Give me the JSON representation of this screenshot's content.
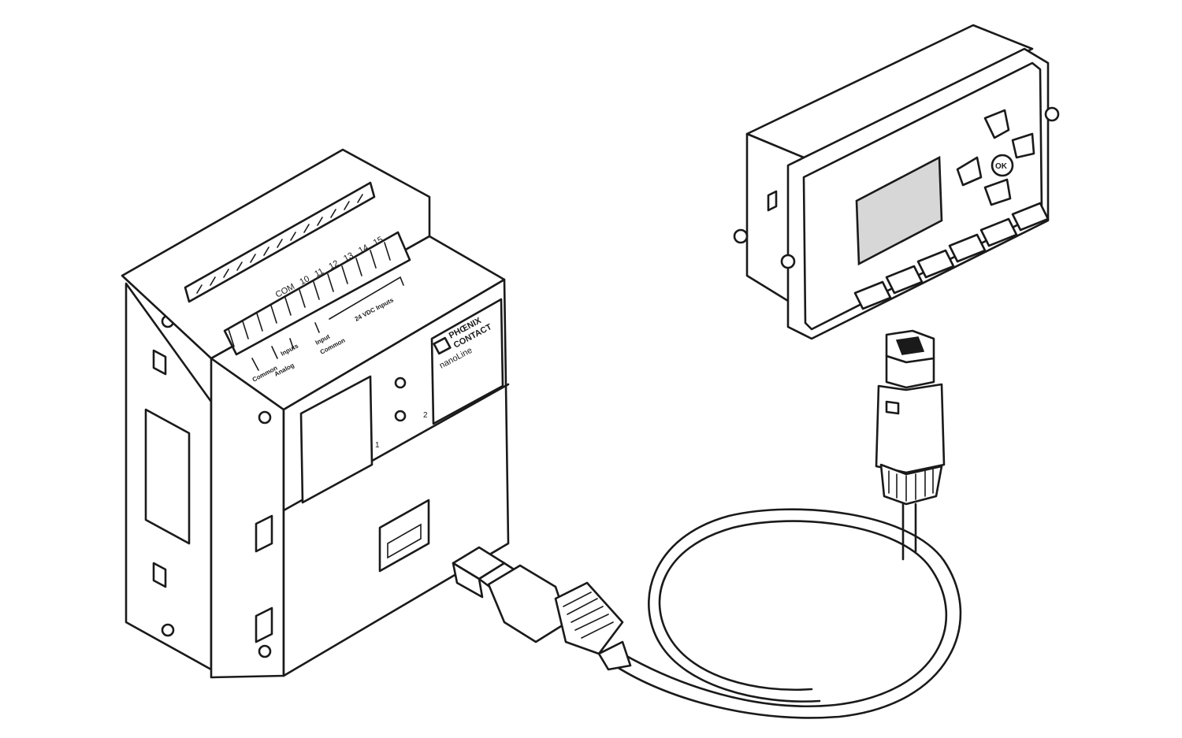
{
  "plc": {
    "brand_line1": "PHŒNIX",
    "brand_line2": "CONTACT",
    "model": "nanoLine",
    "terminal_labels": [
      "COM",
      "10",
      "11",
      "12",
      "13",
      "14",
      "15"
    ],
    "group_label_left_1": "Common",
    "group_label_left_2": "Analog",
    "group_label_inputs_top": "Inputs",
    "group_label_mid_1": "Input",
    "group_label_mid_2": "Common",
    "group_label_right": "24 VDC Inputs",
    "slot_1_label": "1",
    "slot_2_label": "2"
  },
  "operator_panel": {
    "ok_label": "OK"
  },
  "colors": {
    "line": "#1a1a1a",
    "display": "#d7d7d7",
    "background": "#ffffff"
  }
}
